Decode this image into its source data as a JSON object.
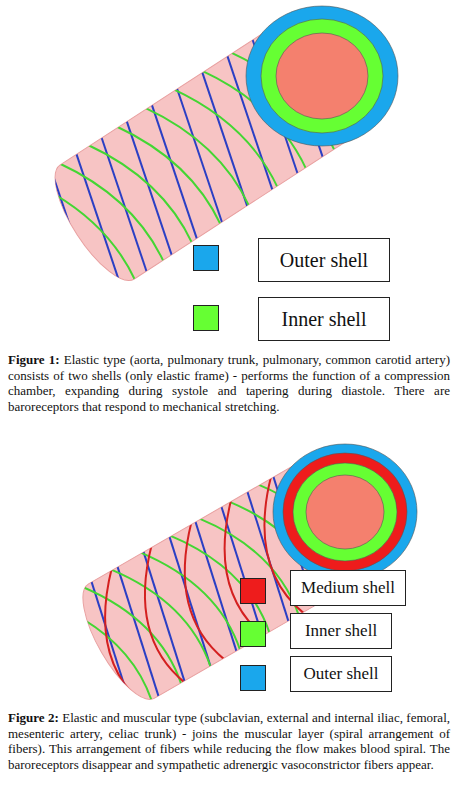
{
  "diagram": {
    "labels": [
      "Figure 1:",
      "Elastic type (aorta, pulmonary trunk, pulmonary, common carotid artery) consists of two shells (only elastic frame) - performs the function of a compression chamber, expanding during systole and tapering during diastole. There are baroreceptors that respond to mechanical stretching.",
      "Figure 2:",
      "Elastic and muscular type (subclavian, external and internal iliac, femoral, mesenteric artery, celiac trunk) - joins the muscular layer (spiral arrangement of fibers). This arrangement of fibers while reducing the flow makes blood spiral. The baroreceptors disappear and sympathetic adrenergic vasoconstrictor fibers appear."
    ],
    "legend": [
      {
        "text": "Outer shell",
        "color": "#1aa7ec"
      },
      {
        "text": "Inner shell",
        "color": "#66ff33"
      },
      {
        "text": "Medium shell",
        "color": "#ee1c1c"
      },
      {
        "text": "Inner shell",
        "color": "#66ff33"
      },
      {
        "text": "Outer shell",
        "color": "#1aa7ec"
      }
    ]
  }
}
